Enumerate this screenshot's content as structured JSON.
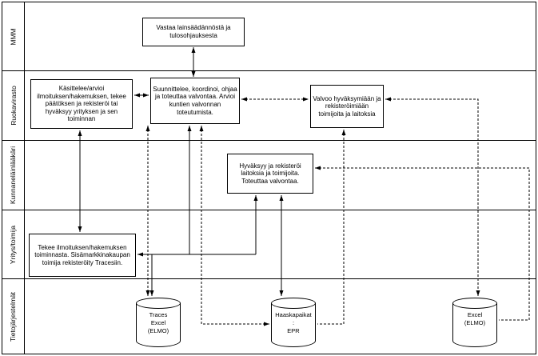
{
  "diagram": {
    "lanes": [
      {
        "label": "MMM"
      },
      {
        "label": "Ruokavirasto"
      },
      {
        "label": "Kunnaneläinlääkäri"
      },
      {
        "label": "Yritys/toimija"
      },
      {
        "label": "Tietojärjestelmät"
      }
    ],
    "boxes": {
      "mmm_box": "Vastaa lainsäädännöstä ja tulosohjauksesta",
      "kasittelee_box": "Käsittelee/arvioi ilmoituksen/hakemuksen, tekee päätöksen ja rekisteröi tai hyväksyy yrityksen ja sen toiminnan",
      "suunnittelee_box": "Suunnittelee, koordinoi, ohjaa ja toteuttaa valvontaa. Arvioi kuntien valvonnan toteutumista.",
      "valvoo_box": "Valvoo hyväksymiään ja rekisteröimiään toimijoita ja laitoksia",
      "hyvaksyy_box": "Hyväksyy ja rekisteröi laitoksia ja toimijoita. Toteuttaa valvontaa.",
      "tekee_box": "Tekee ilmoituksen/hakemuksen toiminnasta. Sisämarkkinakaupan toimija rekisteröity Tracesiin."
    },
    "databases": {
      "traces": "Traces\nExcel\n(ELMO)",
      "haaskapaikat": "Haaskapaikat\n:\nEPR",
      "excel": "Excel\n(ELMO)"
    },
    "colors": {
      "line": "#000000",
      "background": "#ffffff"
    }
  }
}
